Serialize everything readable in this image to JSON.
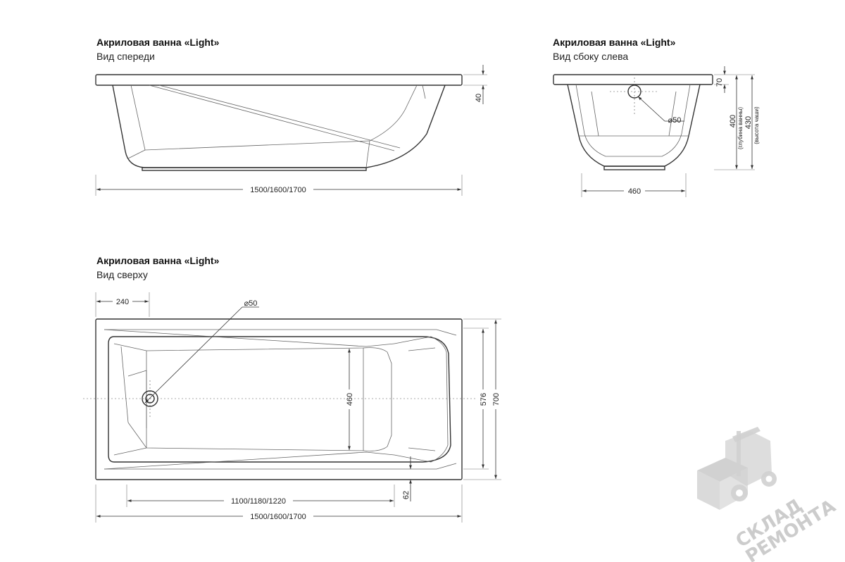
{
  "views": {
    "front": {
      "title": "Акриловая ванна «Light»",
      "subtitle": "Вид спереди"
    },
    "side": {
      "title": "Акриловая ванна «Light»",
      "subtitle": "Вид сбоку слева"
    },
    "top": {
      "title": "Акриловая ванна «Light»",
      "subtitle": "Вид сверху"
    }
  },
  "dimensions": {
    "front_length": "1500/1600/1700",
    "front_rim": "40",
    "side_rim": "70",
    "side_drain": "⌀50",
    "side_width_bottom": "460",
    "side_depth": "400",
    "side_depth_note": "(глубина ванны)",
    "side_height": "430",
    "side_height_note": "(высота чаши)",
    "top_drain_offset": "240",
    "top_drain": "⌀50",
    "top_inner_width": "460",
    "top_bowl_width": "576",
    "top_total_width": "700",
    "top_rim_gap": "62",
    "top_inner_length": "1100/1180/1220",
    "top_length": "1500/1600/1700"
  },
  "watermark": {
    "line1": "СКЛАД",
    "line2": "РЕМОНТА"
  }
}
